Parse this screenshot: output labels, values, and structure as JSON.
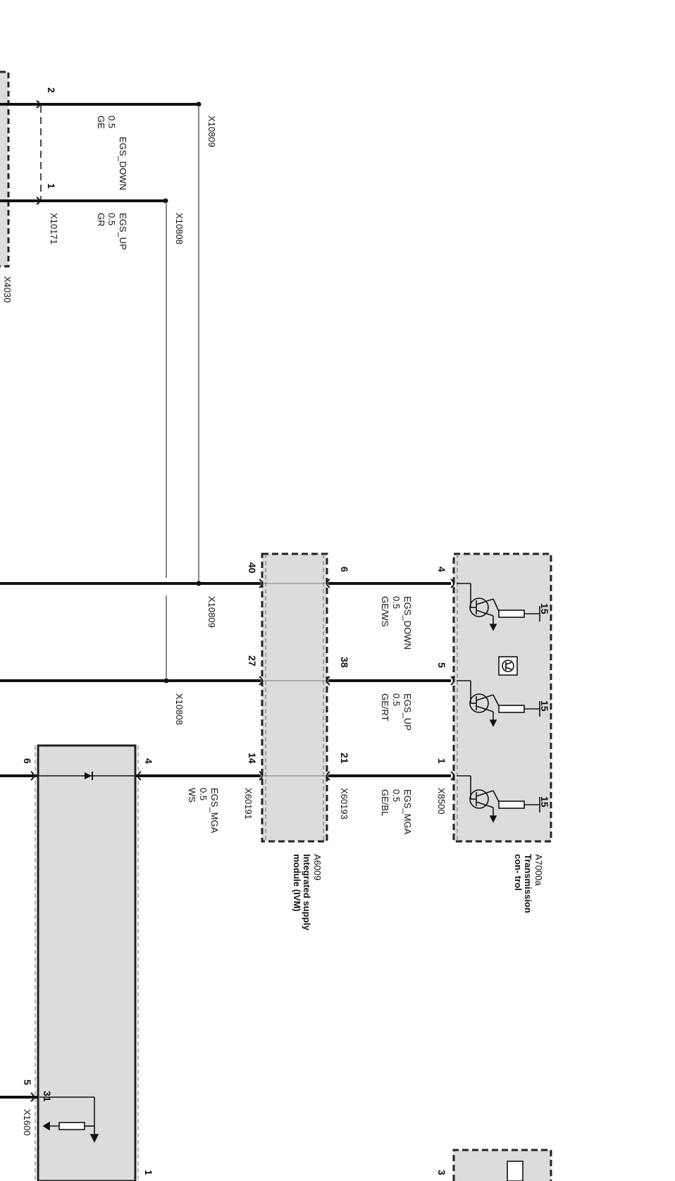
{
  "modules": {
    "a7000a": {
      "code": "A7000a",
      "name": "Transmission con- trol",
      "connector": "X8500"
    },
    "a6009": {
      "code": "A6009",
      "name": "Integrated supply module (IVM)",
      "connector_top": "X60193",
      "connector_bottom": "X60191"
    },
    "lower": {
      "connector": "X1600",
      "ground_pin": "31"
    }
  },
  "connectors": {
    "x10809_top": "X10809",
    "x10808_top": "X10808",
    "x10171": "X10171",
    "x10809_mid": "X10809",
    "x10808_mid": "X10808"
  },
  "pins": {
    "top_egs_down": "2",
    "top_egs_up": "1",
    "a7000a_egs_down": "4",
    "a7000a_egs_up": "5",
    "a7000a_egs_mga": "1",
    "a6009_top_egs_down": "6",
    "a6009_top_egs_up": "38",
    "a6009_top_egs_mga": "21",
    "a6009_bot_egs_down": "40",
    "a6009_bot_egs_up": "27",
    "a6009_bot_egs_mga": "14",
    "lower_in": "4",
    "lower_out": "6",
    "lower_bottom": "5",
    "lower_right": "1",
    "bottom_right": "3",
    "supply_15": "15"
  },
  "wires": {
    "top_down": {
      "signal": "EGS_DOWN",
      "size": "0.5",
      "color": "GE"
    },
    "top_up": {
      "signal": "EGS_UP",
      "size": "0.5",
      "color": "GR"
    },
    "mid_down": {
      "signal": "EGS_DOWN",
      "size": "0.5",
      "color": "GE/WS"
    },
    "mid_up": {
      "signal": "EGS_UP",
      "size": "0.5",
      "color": "GE/RT"
    },
    "mid_mga": {
      "signal": "EGS_MGA",
      "size": "0.5",
      "color": "GE/BL"
    },
    "low_mga": {
      "signal": "EGS_MGA",
      "size": "0.5",
      "color": "WS"
    }
  },
  "cutoff_label": "X4030"
}
